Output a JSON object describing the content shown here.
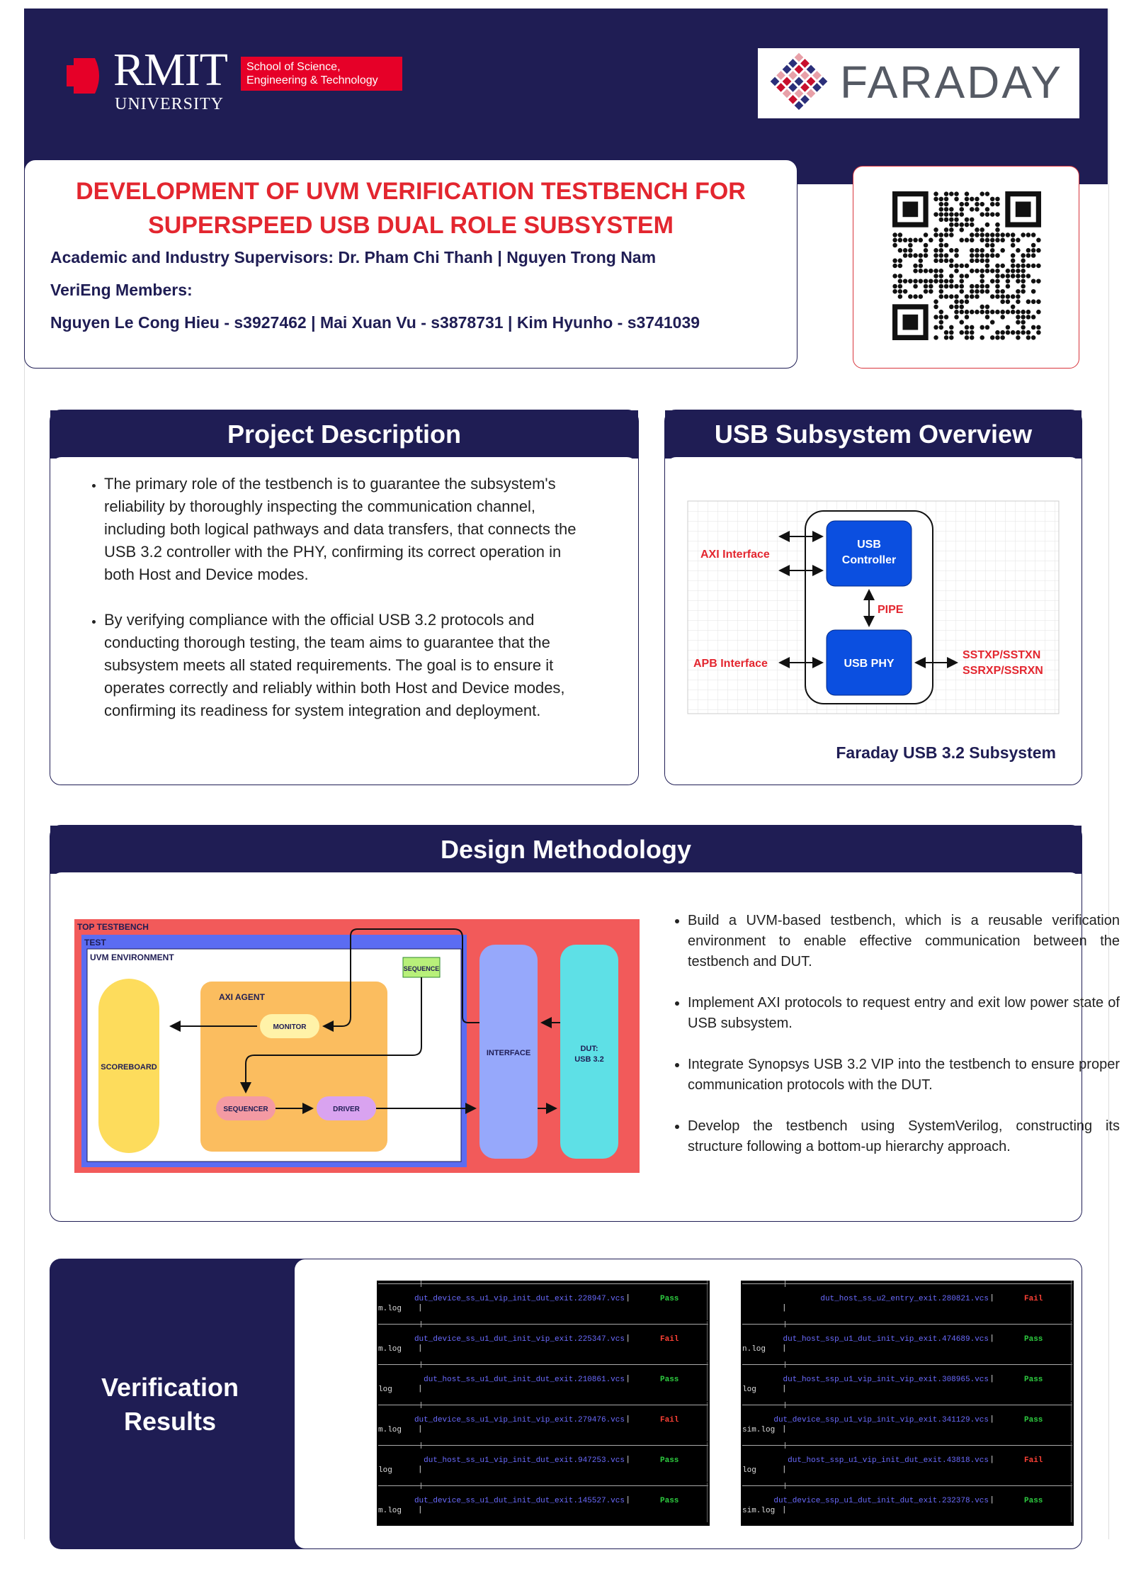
{
  "header": {
    "rmit_word": "RMIT",
    "rmit_university": "UNIVERSITY",
    "rmit_school": "School of Science, Engineering & Technology",
    "faraday_word": "FARADAY"
  },
  "title": {
    "line1": "DEVELOPMENT OF UVM VERIFICATION TESTBENCH FOR",
    "line2": "SUPERSPEED USB DUAL ROLE SUBSYSTEM",
    "supervisors": "Academic and Industry Supervisors: Dr. Pham Chi Thanh | Nguyen Trong Nam",
    "members_label": "VeriEng Members:",
    "members": "Nguyen Le Cong Hieu - s3927462 | Mai Xuan Vu - s3878731 | Kim Hyunho - s3741039"
  },
  "project_description": {
    "heading": "Project Description",
    "bullets": [
      "The primary role of the testbench is to guarantee the subsystem's reliability by thoroughly inspecting the communication channel, including both logical pathways and data transfers, that connects the USB 3.2 controller with the PHY, confirming its correct operation in both Host and Device modes.",
      "By verifying compliance with the official USB 3.2 protocols and conducting thorough testing, the team aims to guarantee that the subsystem meets all stated requirements. The goal is to ensure it operates correctly and reliably within both Host and Device modes, confirming its readiness for system integration and deployment."
    ]
  },
  "usb_overview": {
    "heading": "USB Subsystem Overview",
    "axi": "AXI Interface",
    "apb": "APB Interface",
    "usb_ctrl_1": "USB",
    "usb_ctrl_2": "Controller",
    "pipe": "PIPE",
    "usb_phy": "USB PHY",
    "ss_tx": "SSTXP/SSTXN",
    "ss_rx": "SSRXP/SSRXN",
    "caption": "Faraday USB 3.2 Subsystem"
  },
  "design_methodology": {
    "heading": "Design Methodology",
    "diagram": {
      "top_testbench": "TOP TESTBENCH",
      "test": "TEST",
      "uvm_env": "UVM ENVIRONMENT",
      "axi_agent": "AXI AGENT",
      "sequence": "SEQUENCE",
      "monitor": "MONITOR",
      "scoreboard": "SCOREBOARD",
      "sequencer": "SEQUENCER",
      "driver": "DRIVER",
      "interface": "INTERFACE",
      "dut_1": "DUT:",
      "dut_2": "USB 3.2"
    },
    "bullets": [
      "Build a UVM-based testbench, which is a reusable verification environment to enable effective communication between the testbench and DUT.",
      "Implement AXI protocols to request entry and exit low power state of USB subsystem.",
      "Integrate Synopsys USB 3.2 VIP into the testbench to ensure proper communication protocols with the DUT.",
      "Develop the testbench using SystemVerilog, constructing its structure following a bottom-up hierarchy approach."
    ]
  },
  "verification": {
    "title_1": "Verification",
    "title_2": "Results",
    "left_terminal": [
      {
        "name": "dut_device_ss_u1_vip_init_dut_exit.228947.vcs",
        "result": "Pass",
        "log": "m.log"
      },
      {
        "name": "dut_device_ss_u1_dut_init_vip_exit.225347.vcs",
        "result": "Fail",
        "log": "m.log"
      },
      {
        "name": "dut_host_ss_u1_dut_init_dut_exit.210861.vcs",
        "result": "Pass",
        "log": "log"
      },
      {
        "name": "dut_device_ss_u1_vip_init_vip_exit.279476.vcs",
        "result": "Fail",
        "log": "m.log"
      },
      {
        "name": "dut_host_ss_u1_vip_init_dut_exit.947253.vcs",
        "result": "Pass",
        "log": "log"
      },
      {
        "name": "dut_device_ss_u1_dut_init_dut_exit.145527.vcs",
        "result": "Pass",
        "log": "m.log"
      }
    ],
    "right_terminal": [
      {
        "name": "dut_host_ss_u2_entry_exit.280821.vcs",
        "result": "Fail",
        "log": ""
      },
      {
        "name": "dut_host_ssp_u1_dut_init_vip_exit.474689.vcs",
        "result": "Pass",
        "log": "n.log"
      },
      {
        "name": "dut_host_ssp_u1_vip_init_vip_exit.308965.vcs",
        "result": "Pass",
        "log": "log"
      },
      {
        "name": "dut_device_ssp_u1_vip_init_vip_exit.341129.vcs",
        "result": "Pass",
        "log": "sim.log"
      },
      {
        "name": "dut_host_ssp_u1_vip_init_dut_exit.43818.vcs",
        "result": "Fail",
        "log": "log"
      },
      {
        "name": "dut_device_ssp_u1_dut_init_dut_exit.232378.vcs",
        "result": "Pass",
        "log": "sim.log"
      }
    ]
  },
  "colors": {
    "navy": "#1f1d54",
    "title_red": "#e3262f",
    "pass": "#2ecc40",
    "fail": "#ff4136",
    "usb_blue": "#0b4fe0"
  }
}
